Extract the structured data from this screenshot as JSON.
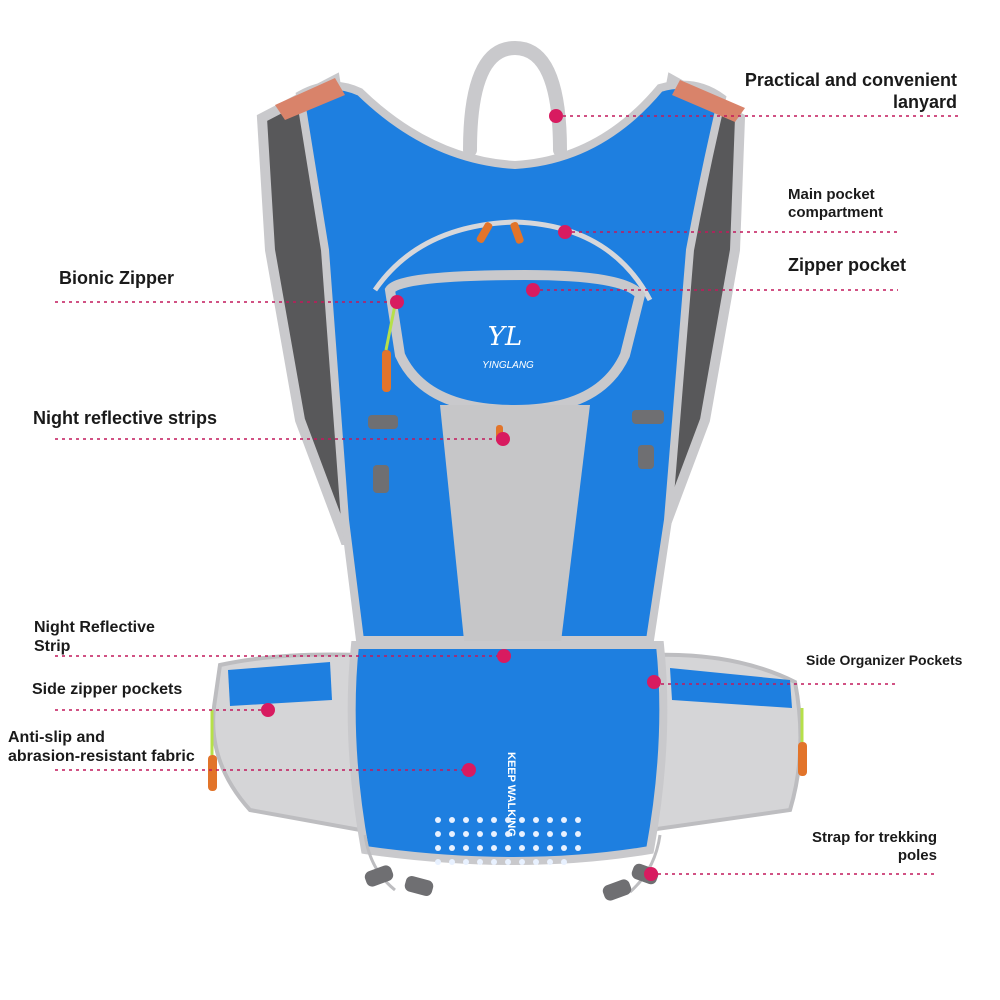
{
  "product": {
    "brand_logo_text": "YINGLANG",
    "panel_print": "KEEP WALKING"
  },
  "colors": {
    "body_blue": "#1e7fe0",
    "trim_gray": "#c9c9cc",
    "zipper_pull": "#e2742a",
    "callout": "#d81b60"
  },
  "callouts": {
    "lanyard": [
      "Practical and convenient",
      "lanyard"
    ],
    "main_pocket": [
      "Main pocket",
      "compartment"
    ],
    "zipper_pocket": "Zipper pocket",
    "bionic_zipper": "Bionic Zipper",
    "night_reflective_strips": "Night reflective strips",
    "night_reflective_strip": [
      "Night Reflective",
      "Strip"
    ],
    "side_organizer": "Side Organizer Pockets",
    "side_zipper": "Side zipper pockets",
    "anti_slip": [
      "Anti-slip and",
      "abrasion-resistant fabric"
    ],
    "trekking_strap": [
      "Strap for trekking",
      "poles"
    ]
  }
}
